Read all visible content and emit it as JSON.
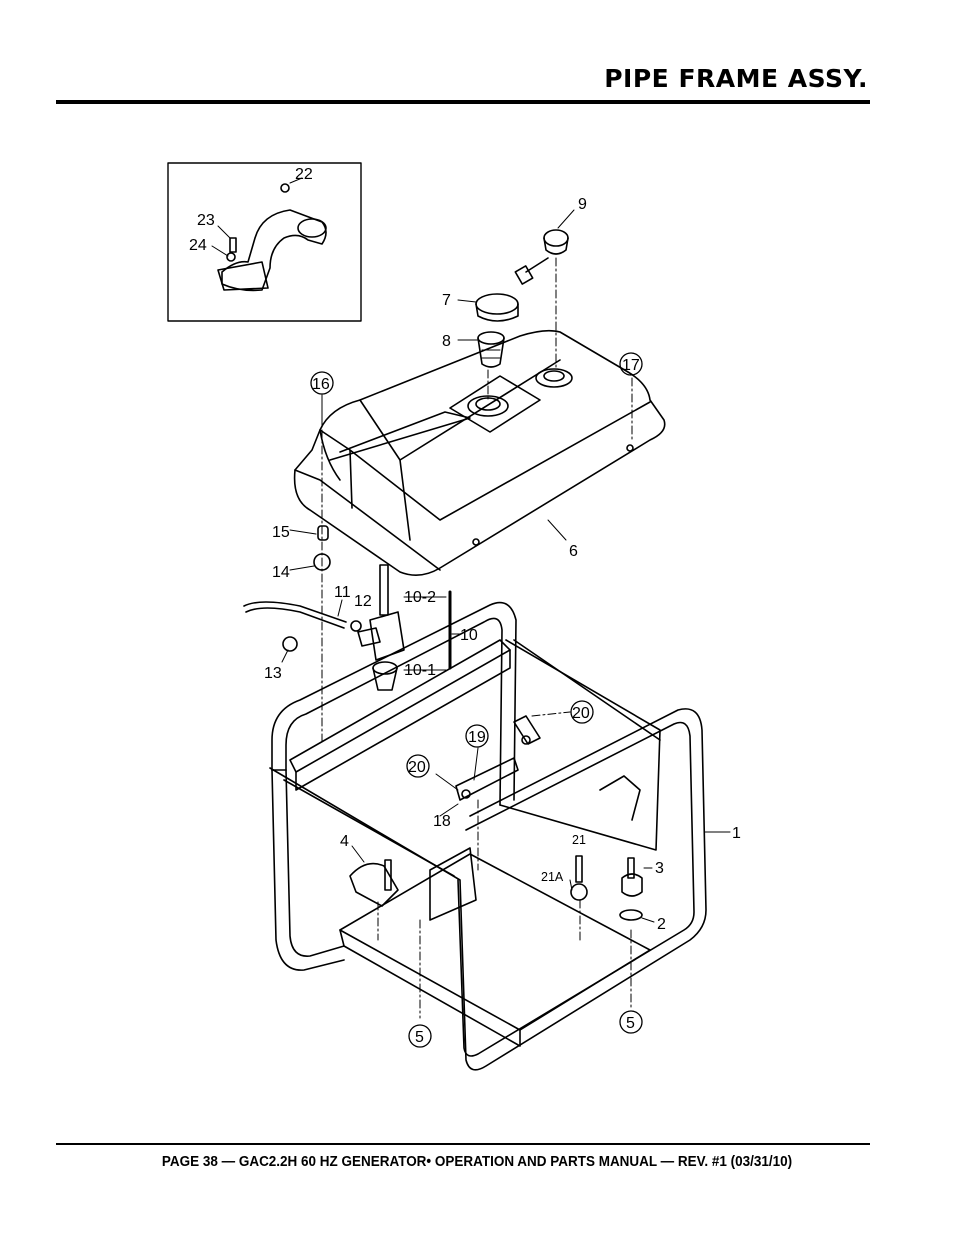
{
  "header": {
    "title": "PIPE FRAME ASSY."
  },
  "footer": {
    "text": "PAGE 38 — GAC2.2H 60 HZ GENERATOR• OPERATION AND PARTS MANUAL — REV. #1 (03/31/10)"
  },
  "callouts": {
    "c1": "1",
    "c2": "2",
    "c3": "3",
    "c4": "4",
    "c5a": "5",
    "c5b": "5",
    "c6": "6",
    "c7": "7",
    "c8": "8",
    "c9": "9",
    "c10": "10",
    "c10_1": "10-1",
    "c10_2": "10-2",
    "c11": "11",
    "c12": "12",
    "c13": "13",
    "c14": "14",
    "c15": "15",
    "c16": "16",
    "c17": "17",
    "c18": "18",
    "c19": "19",
    "c20a": "20",
    "c20b": "20",
    "c21": "21",
    "c21a": "21A",
    "c22": "22",
    "c23": "23",
    "c24": "24"
  }
}
